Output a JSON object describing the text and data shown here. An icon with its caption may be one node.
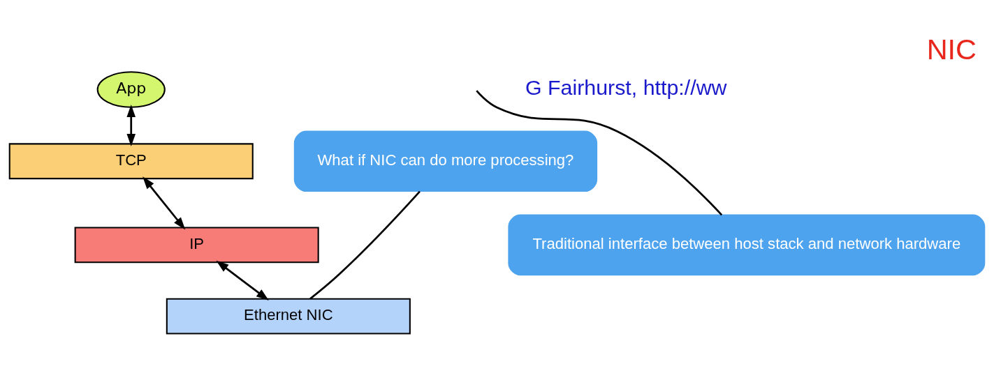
{
  "diagram": {
    "title": "NIC",
    "nodes": [
      {
        "text": [
          "App"
        ]
      },
      {
        "text": [
          "TCP"
        ]
      },
      {
        "text": [
          "IP"
        ]
      },
      {
        "text": [
          "Ethernet NIC"
        ]
      },
      {
        "text": [
          "Traditional interface between host stack and network hardware"
        ]
      },
      {
        "text": [
          "What if NIC can do more processing?"
        ]
      }
    ],
    "edges": [
      {
        "from": 0,
        "to": 1,
        "arrow": "both"
      },
      {
        "from": 1,
        "to": 2,
        "arrow": "both"
      },
      {
        "from": 2,
        "to": 3,
        "arrow": "both"
      },
      {
        "from": 4,
        "to": null,
        "arrow": "none"
      },
      {
        "from": 5,
        "to": 3,
        "arrow": "none"
      }
    ],
    "labels": [
      "G Fairhurst, http://ww"
    ]
  }
}
